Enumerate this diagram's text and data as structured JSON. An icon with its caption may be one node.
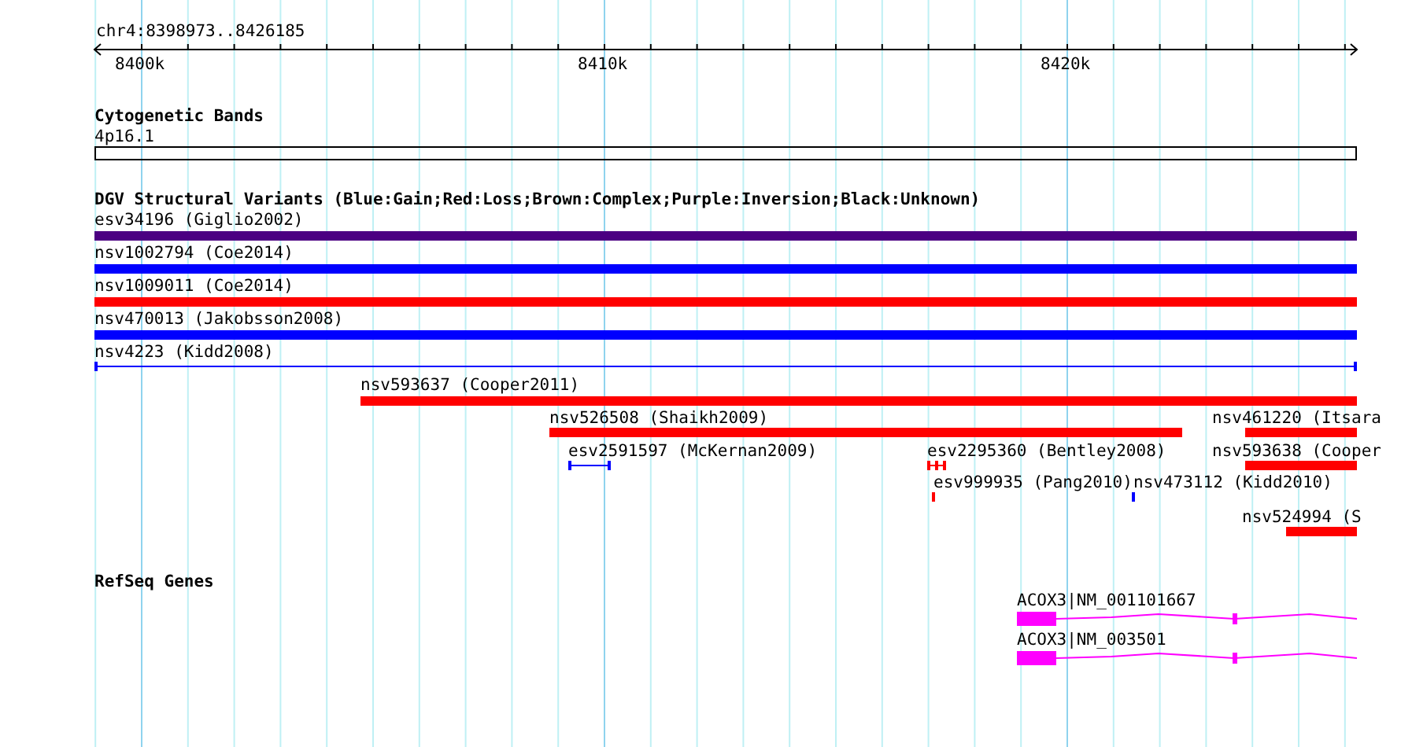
{
  "diagram": {
    "nodes": [
      {
        "text": [
          "4p16.1"
        ]
      },
      {
        "text": [
          "esv34196 (Giglio2002)"
        ]
      },
      {
        "text": [
          "nsv1002794 (Coe2014)"
        ]
      },
      {
        "text": [
          "nsv1009011 (Coe2014)"
        ]
      },
      {
        "text": [
          "nsv470013 (Jakobsson2008)"
        ]
      },
      {
        "text": [
          "nsv4223 (Kidd2008)"
        ]
      },
      {
        "text": [
          "nsv593637 (Cooper2011)"
        ]
      },
      {
        "text": [
          "nsv526508 (Shaikh2009)"
        ]
      },
      {
        "text": [
          "nsv461220 (Itsara"
        ]
      },
      {
        "text": [
          "esv2591597 (McKernan2009)"
        ]
      },
      {
        "text": [
          "esv2295360 (Bentley2008)"
        ]
      },
      {
        "text": [
          "nsv593638 (Cooper"
        ]
      },
      {
        "text": [
          "esv999935 (Pang2010)"
        ]
      },
      {
        "text": [
          "nsv473112 (Kidd2010)"
        ]
      },
      {
        "text": [
          "nsv524994 (S"
        ]
      },
      {
        "text": [
          "ACOX3|NM_001101667"
        ]
      },
      {
        "text": [
          "ACOX3|NM_003501"
        ]
      }
    ],
    "labels": [
      "chr4:8398973..8426185",
      "8400k",
      "8410k",
      "8420k",
      "Cytogenetic Bands",
      "DGV Structural Variants (Blue:Gain;Red:Loss;Brown:Complex;Purple:Inversion;Black:Unknown)",
      "RefSeq Genes"
    ]
  }
}
